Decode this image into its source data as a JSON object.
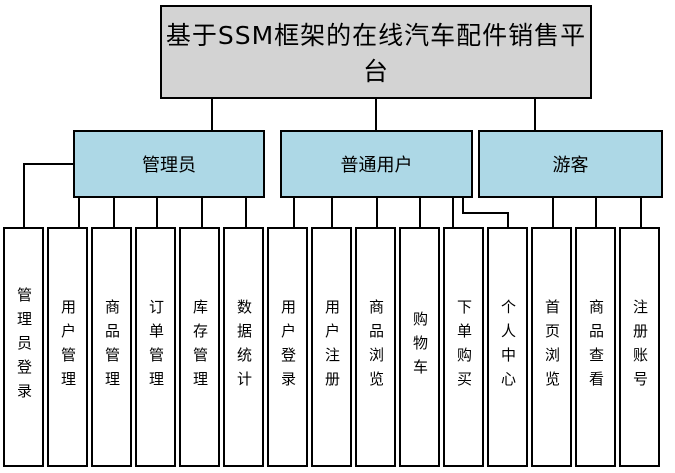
{
  "title": "基于SSM框架的在线汽车配件销售平台",
  "groups": [
    {
      "label": "管理员",
      "children": [
        "管理员登录",
        "用户管理",
        "商品管理",
        "订单管理",
        "库存管理",
        "数据统计"
      ]
    },
    {
      "label": "普通用户",
      "children": [
        "用户登录",
        "用户注册",
        "商品浏览",
        "购物车",
        "下单购买",
        "个人中心"
      ]
    },
    {
      "label": "游客",
      "children": [
        "首页浏览",
        "商品查看",
        "注册账号"
      ]
    }
  ],
  "colors": {
    "root_bg": "#d3d3d3",
    "group_bg": "#add8e6",
    "leaf_bg": "#ffffff",
    "line": "#000000"
  }
}
